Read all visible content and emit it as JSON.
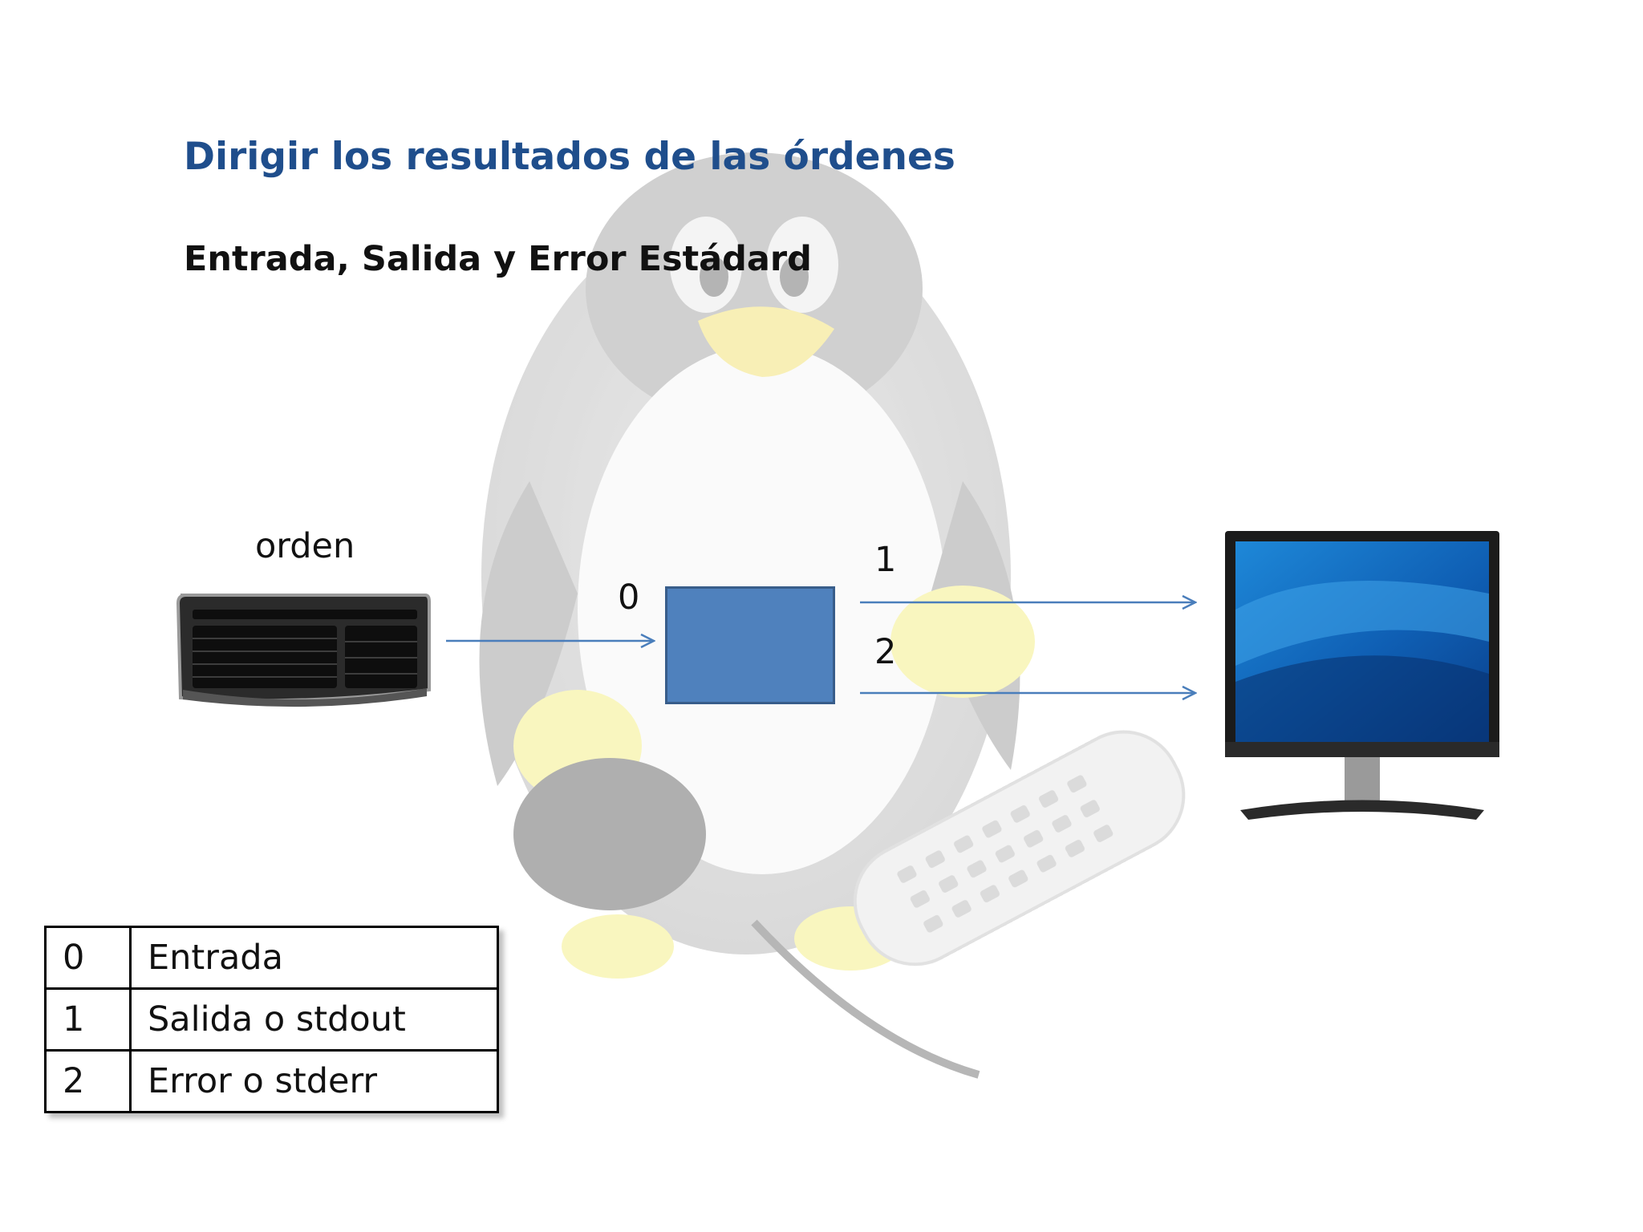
{
  "slide": {
    "title": "Dirigir los resultados de las órdenes",
    "subtitle": "Entrada, Salida y Error Estádard"
  },
  "diagram": {
    "keyboard_label": "orden",
    "stream_stdin": "0",
    "stream_stdout": "1",
    "stream_stderr": "2"
  },
  "table": {
    "rows": [
      {
        "num": "0",
        "desc": "Entrada"
      },
      {
        "num": "1",
        "desc": "Salida o stdout"
      },
      {
        "num": "2",
        "desc": "Error o stderr"
      }
    ]
  },
  "colors": {
    "title": "#1f4e8c",
    "process_box": "#4f81bd",
    "arrow": "#4a7ebb"
  },
  "icons": [
    "penguin-watermark",
    "keyboard-icon",
    "monitor-icon",
    "remote-control-icon"
  ]
}
